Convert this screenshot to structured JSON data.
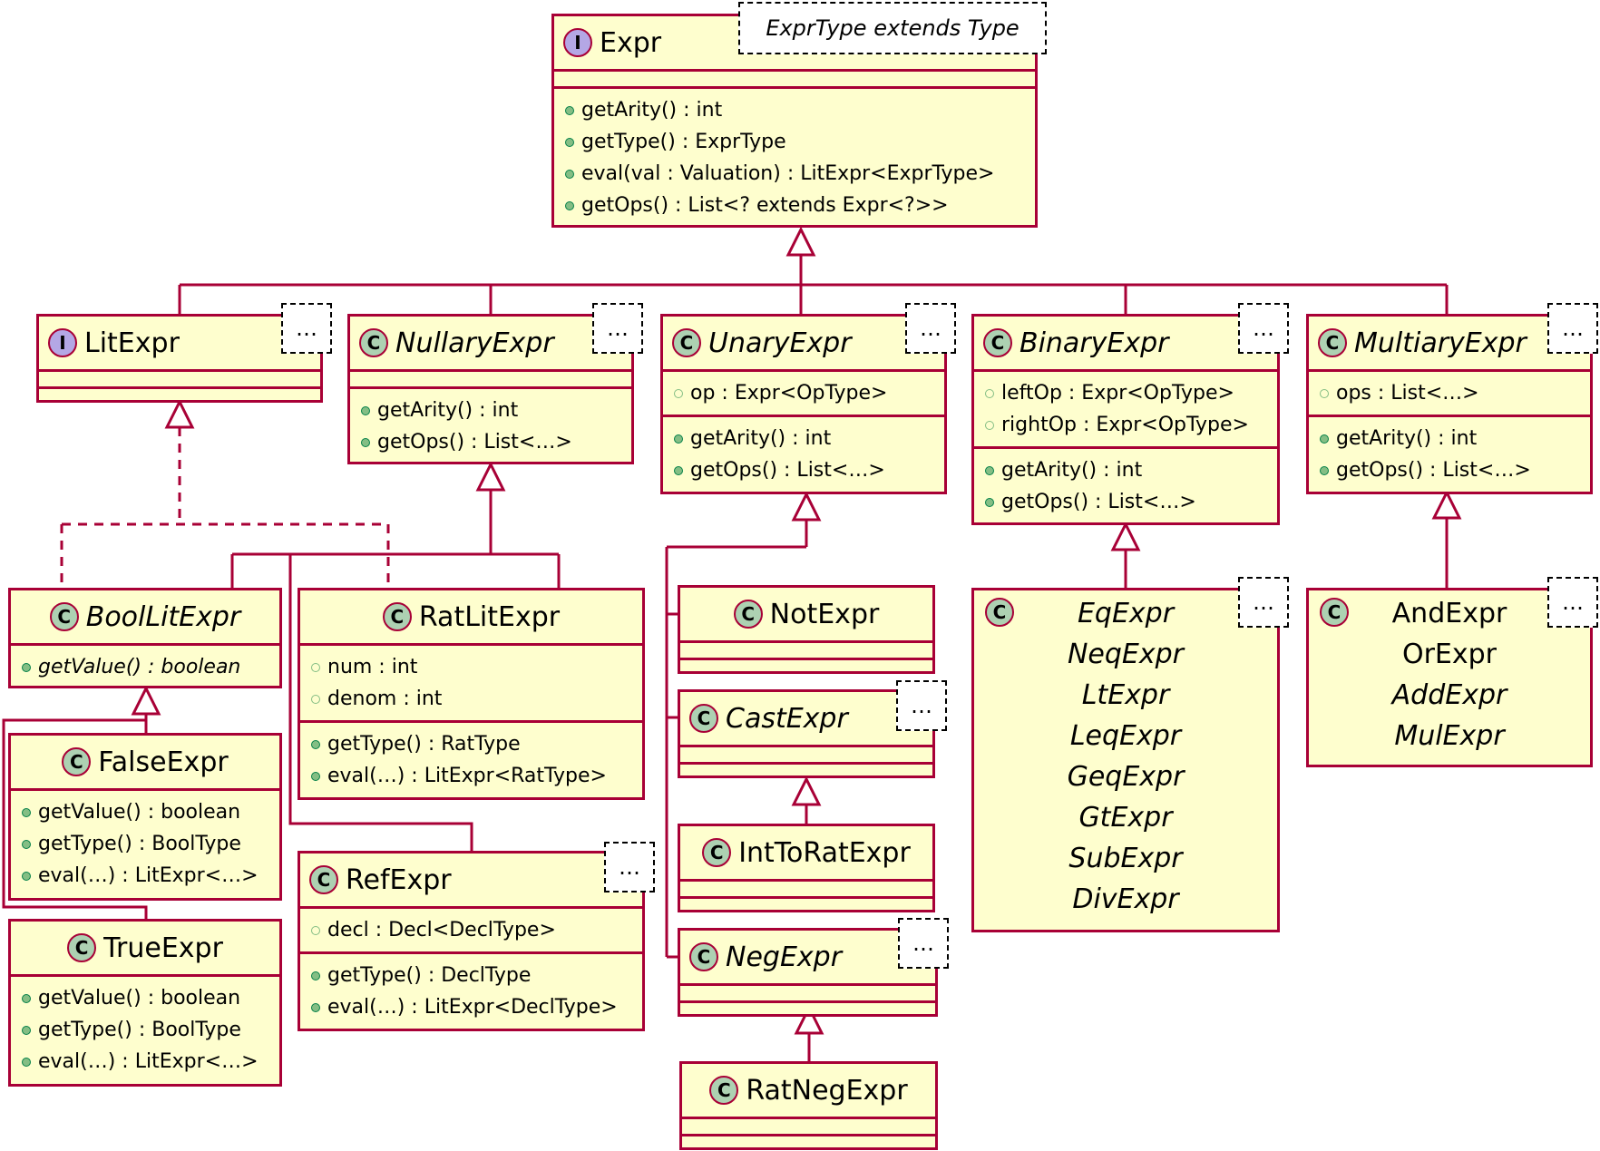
{
  "ellipsis": "…",
  "expr": {
    "name": "Expr",
    "stereotype": "I",
    "type_param": "ExprType extends Type",
    "methods": [
      "getArity() : int",
      "getType() : ExprType",
      "eval(val : Valuation) : LitExpr<ExprType>",
      "getOps() : List<? extends Expr<?>>"
    ]
  },
  "lit_expr": {
    "name": "LitExpr",
    "stereotype": "I"
  },
  "nullary": {
    "name": "NullaryExpr",
    "stereotype": "C",
    "methods": [
      "getArity() : int",
      "getOps() : List<…>"
    ]
  },
  "unary": {
    "name": "UnaryExpr",
    "stereotype": "C",
    "fields": [
      "op : Expr<OpType>"
    ],
    "methods": [
      "getArity() : int",
      "getOps() : List<…>"
    ]
  },
  "binary": {
    "name": "BinaryExpr",
    "stereotype": "C",
    "fields": [
      "leftOp : Expr<OpType>",
      "rightOp : Expr<OpType>"
    ],
    "methods": [
      "getArity() : int",
      "getOps() : List<…>"
    ]
  },
  "multiary": {
    "name": "MultiaryExpr",
    "stereotype": "C",
    "fields": [
      "ops : List<…>"
    ],
    "methods": [
      "getArity() : int",
      "getOps() : List<…>"
    ]
  },
  "bool_lit": {
    "name": "BoolLitExpr",
    "stereotype": "C",
    "methods": [
      "getValue() : boolean"
    ]
  },
  "rat_lit": {
    "name": "RatLitExpr",
    "stereotype": "C",
    "fields": [
      "num : int",
      "denom : int"
    ],
    "methods": [
      "getType() : RatType",
      "eval(…) : LitExpr<RatType>"
    ]
  },
  "false_expr": {
    "name": "FalseExpr",
    "stereotype": "C",
    "methods": [
      "getValue() : boolean",
      "getType() : BoolType",
      "eval(…) : LitExpr<…>"
    ]
  },
  "true_expr": {
    "name": "TrueExpr",
    "stereotype": "C",
    "methods": [
      "getValue() : boolean",
      "getType() : BoolType",
      "eval(…) : LitExpr<…>"
    ]
  },
  "ref_expr": {
    "name": "RefExpr",
    "stereotype": "C",
    "fields": [
      "decl : Decl<DeclType>"
    ],
    "methods": [
      "getType() : DeclType",
      "eval(…) : LitExpr<DeclType>"
    ]
  },
  "not_expr": {
    "name": "NotExpr",
    "stereotype": "C"
  },
  "cast_expr": {
    "name": "CastExpr",
    "stereotype": "C"
  },
  "int_to_rat": {
    "name": "IntToRatExpr",
    "stereotype": "C"
  },
  "neg_expr": {
    "name": "NegExpr",
    "stereotype": "C"
  },
  "rat_neg": {
    "name": "RatNegExpr",
    "stereotype": "C"
  },
  "binary_group": {
    "stereotype": "C",
    "names": [
      "EqExpr",
      "NeqExpr",
      "LtExpr",
      "LeqExpr",
      "GeqExpr",
      "GtExpr",
      "SubExpr",
      "DivExpr"
    ]
  },
  "multiary_group": {
    "stereotype": "C",
    "names": [
      "AndExpr",
      "OrExpr",
      "AddExpr",
      "MulExpr"
    ]
  }
}
